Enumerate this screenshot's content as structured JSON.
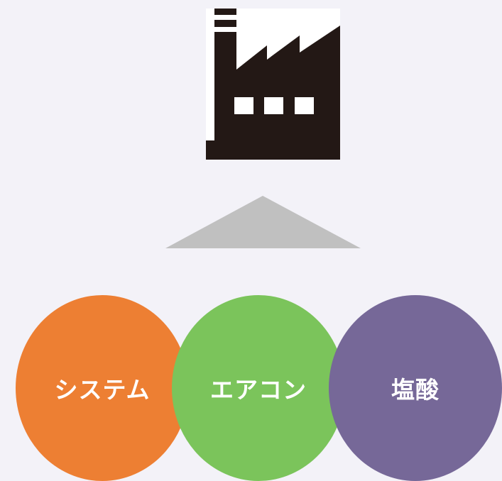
{
  "colors": {
    "background": "#f3f2f8",
    "factory": "#231815",
    "arrow": "#c0c0c0",
    "circle_system": "#ed7f33",
    "circle_aircon": "#7bc45b",
    "circle_acid": "#766898"
  },
  "icons": {
    "factory": "factory-icon",
    "arrow": "up-triangle-arrow"
  },
  "circles": [
    {
      "label": "システム",
      "color": "#ed7f33"
    },
    {
      "label": "エアコン",
      "color": "#7bc45b"
    },
    {
      "label": "塩酸",
      "color": "#766898"
    }
  ]
}
